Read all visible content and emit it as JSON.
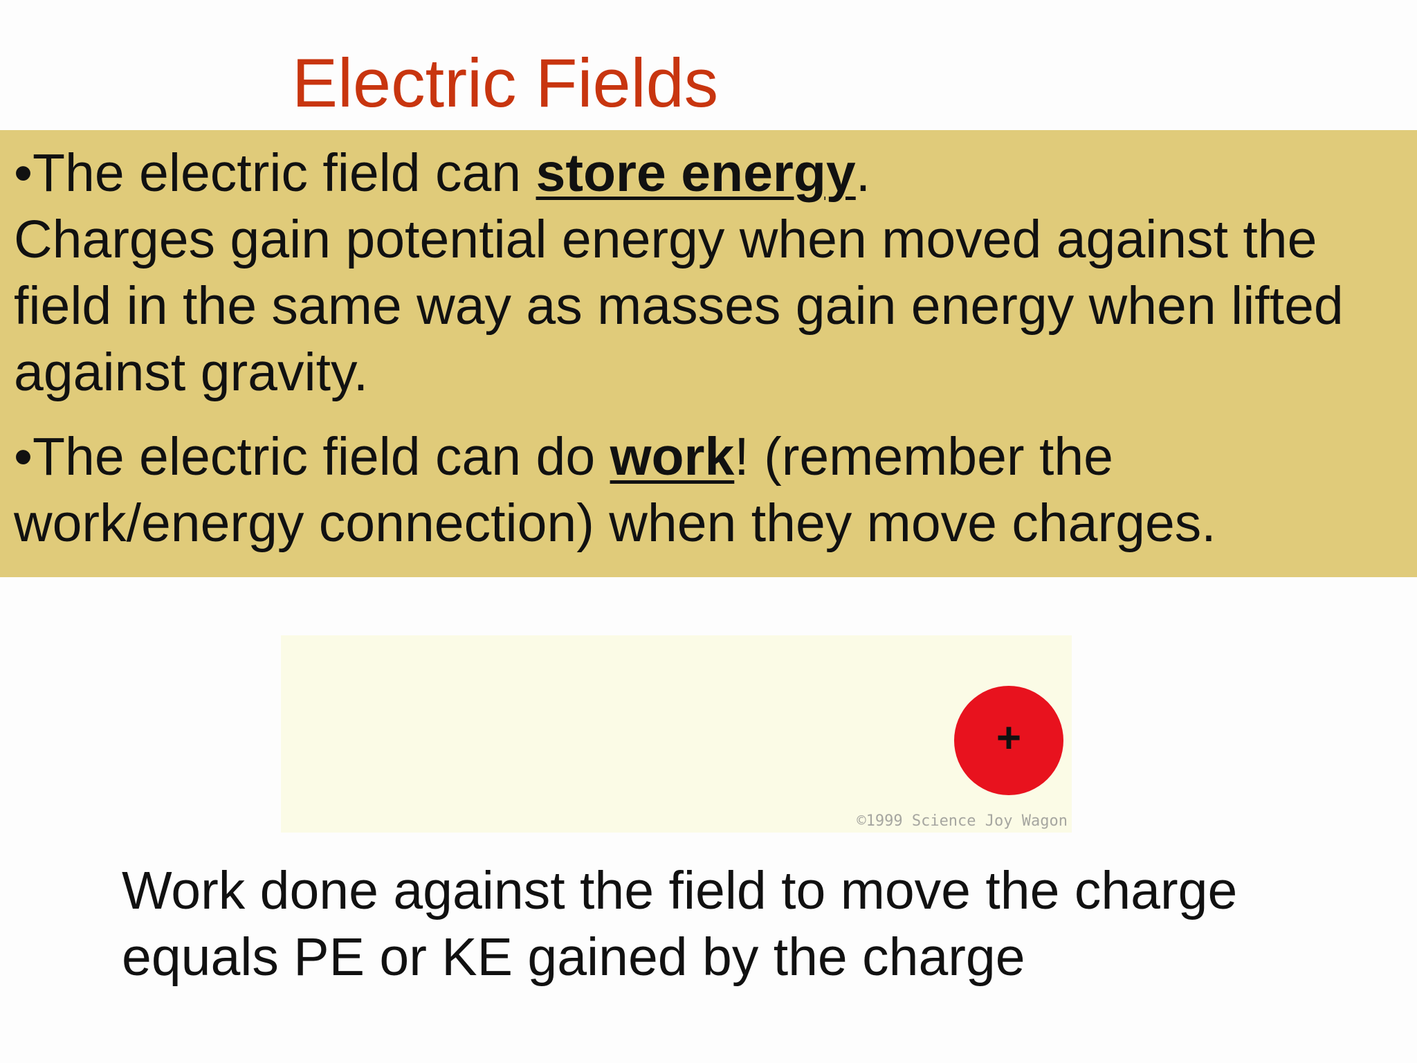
{
  "slide": {
    "title": "Electric Fields",
    "bullet1": {
      "marker": "•",
      "prefix": "The electric field can ",
      "emphasis": "store energy",
      "suffix": ".",
      "continuation": "Charges gain potential energy when moved against the field in the same way as masses gain energy when lifted against gravity."
    },
    "bullet2": {
      "marker": "•",
      "prefix": "The electric field can do ",
      "emphasis": "work",
      "suffix": "!  (remember the work/energy connection) when they move charges."
    },
    "animation": {
      "charge_symbol": "+",
      "credit": "©1999 Science Joy Wagon"
    },
    "caption": "Work done against the field to move the charge equals PE or KE gained by the charge"
  },
  "colors": {
    "title": "#c8350f",
    "band": "#e0cb7a",
    "charge": "#e8121e",
    "animation_bg": "#fbfbe6"
  }
}
